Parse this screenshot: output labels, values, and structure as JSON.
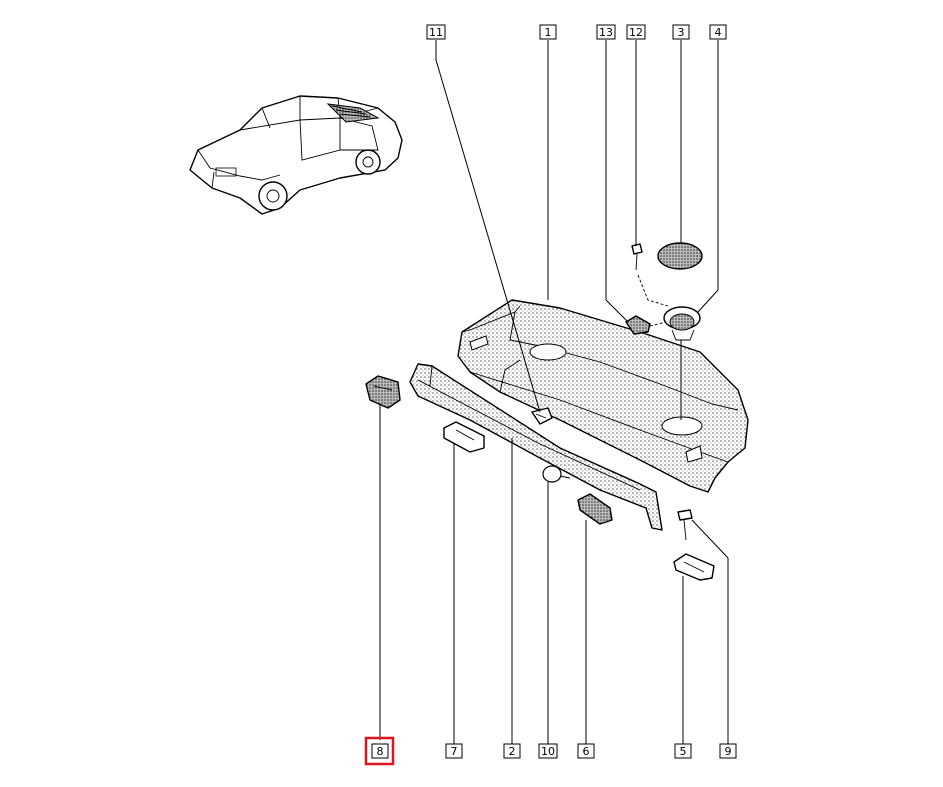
{
  "diagram": {
    "callouts": [
      {
        "id": "11",
        "label": "11"
      },
      {
        "id": "1",
        "label": "1"
      },
      {
        "id": "13",
        "label": "13"
      },
      {
        "id": "12",
        "label": "12"
      },
      {
        "id": "3",
        "label": "3"
      },
      {
        "id": "4",
        "label": "4"
      },
      {
        "id": "8",
        "label": "8",
        "selected": true
      },
      {
        "id": "7",
        "label": "7"
      },
      {
        "id": "2",
        "label": "2"
      },
      {
        "id": "10",
        "label": "10"
      },
      {
        "id": "6",
        "label": "6"
      },
      {
        "id": "5",
        "label": "5"
      },
      {
        "id": "9",
        "label": "9"
      }
    ],
    "highlight_color": "#e0141e",
    "line_color": "#000000",
    "fill_pattern_color": "#555555"
  }
}
